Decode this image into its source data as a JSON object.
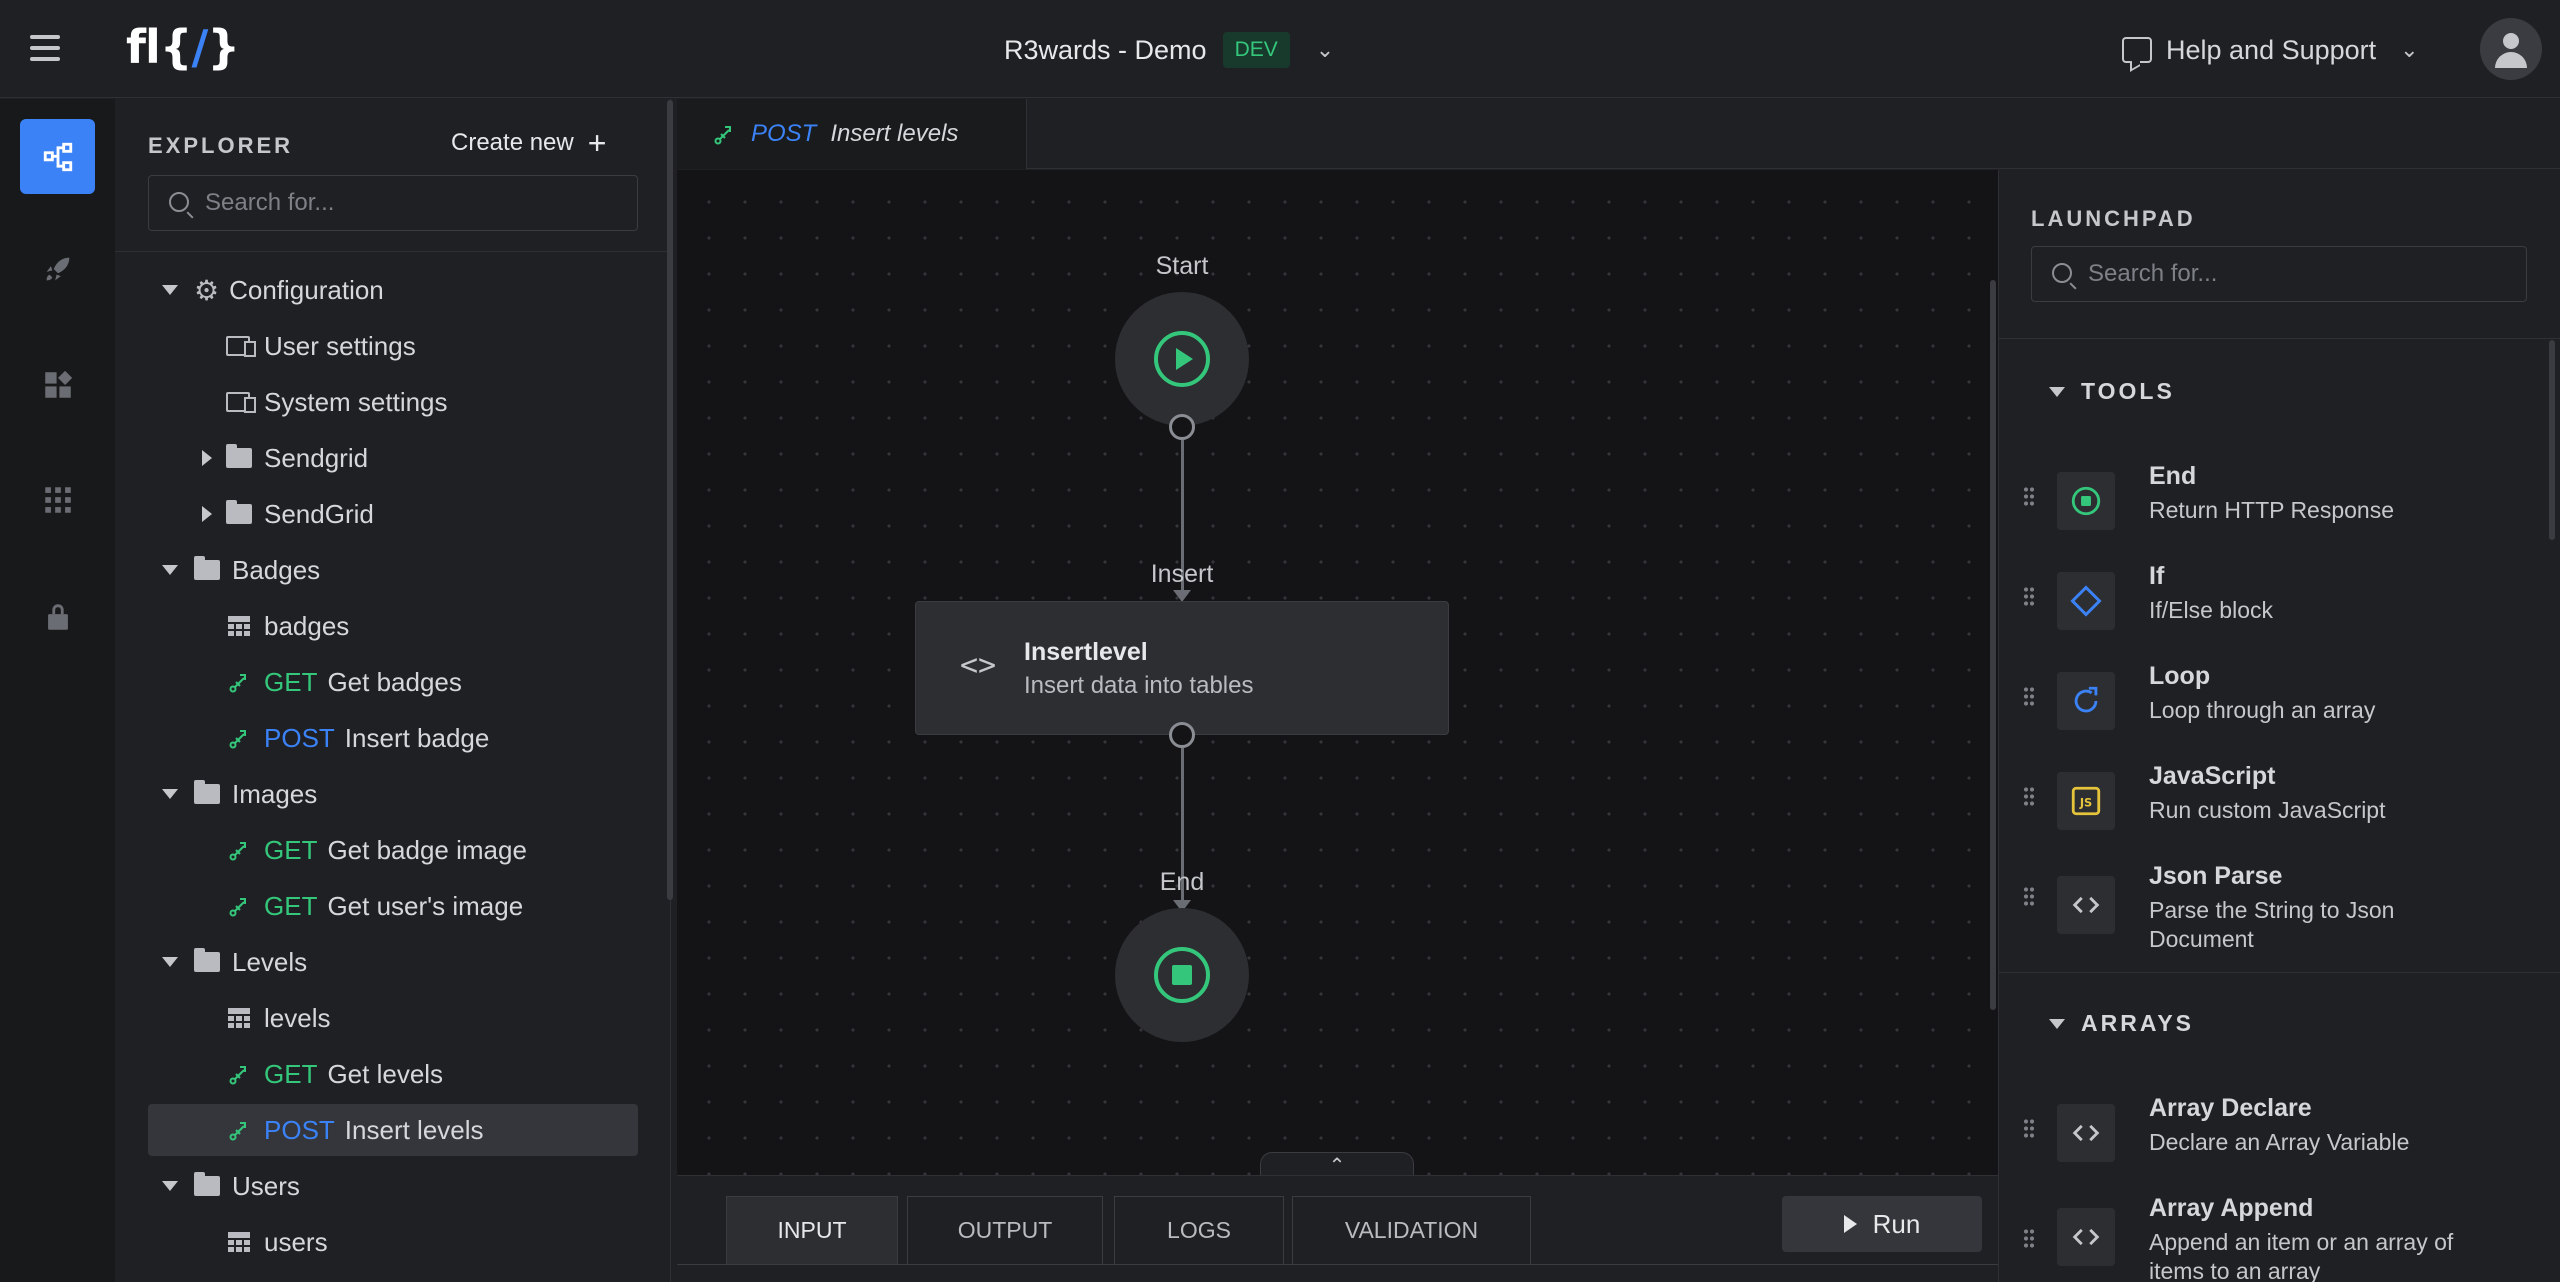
{
  "header": {
    "project_name": "R3wards - Demo",
    "env": "DEV",
    "help_label": "Help and Support",
    "logo_text": "fl{/}"
  },
  "rail": {
    "items": [
      "flow-icon",
      "rocket-icon",
      "widgets-icon",
      "apps-grid-icon",
      "lock-icon"
    ],
    "active_color": "#3b82f6"
  },
  "explorer": {
    "title": "EXPLORER",
    "create_new": "Create new",
    "search_placeholder": "Search for...",
    "tree": [
      {
        "label": "Configuration"
      },
      {
        "label": "User settings"
      },
      {
        "label": "System settings"
      },
      {
        "label": "Sendgrid"
      },
      {
        "label": "SendGrid"
      },
      {
        "label": "Badges"
      },
      {
        "label": "badges"
      },
      {
        "method": "GET",
        "label": "Get badges"
      },
      {
        "method": "POST",
        "label": "Insert badge"
      },
      {
        "label": "Images"
      },
      {
        "method": "GET",
        "label": "Get badge image"
      },
      {
        "method": "GET",
        "label": "Get user's image"
      },
      {
        "label": "Levels"
      },
      {
        "label": "levels"
      },
      {
        "method": "GET",
        "label": "Get levels"
      },
      {
        "method": "POST",
        "label": "Insert levels"
      },
      {
        "label": "Users"
      },
      {
        "label": "users"
      }
    ]
  },
  "tab": {
    "method": "POST",
    "label": "Insert levels"
  },
  "flow": {
    "start_label": "Start",
    "insert_label": "Insert",
    "end_label": "End",
    "task_title": "Insertlevel",
    "task_subtitle": "Insert data into tables"
  },
  "bottom": {
    "tabs": [
      "INPUT",
      "OUTPUT",
      "LOGS",
      "VALIDATION"
    ],
    "active_tab": "INPUT",
    "run_label": "Run"
  },
  "launchpad": {
    "title": "LAUNCHPAD",
    "search_placeholder": "Search for...",
    "sections": [
      {
        "name": "TOOLS",
        "items": [
          {
            "name": "End",
            "desc": "Return HTTP Response",
            "icon": "stop-circle-icon"
          },
          {
            "name": "If",
            "desc": "If/Else block",
            "icon": "diamond-icon"
          },
          {
            "name": "Loop",
            "desc": "Loop through an array",
            "icon": "loop-icon"
          },
          {
            "name": "JavaScript",
            "desc": "Run custom JavaScript",
            "icon": "js-icon"
          },
          {
            "name": "Json Parse",
            "desc": "Parse the String to Json Document",
            "icon": "code-icon"
          }
        ]
      },
      {
        "name": "ARRAYS",
        "items": [
          {
            "name": "Array Declare",
            "desc": "Declare an Array Variable",
            "icon": "code-icon"
          },
          {
            "name": "Array Append",
            "desc": "Append an item or an array of items to an array",
            "icon": "code-icon"
          }
        ]
      }
    ]
  },
  "colors": {
    "get": "#34c77b",
    "post": "#3b82f6",
    "canvas": "#141416",
    "panel": "#1f2023"
  }
}
